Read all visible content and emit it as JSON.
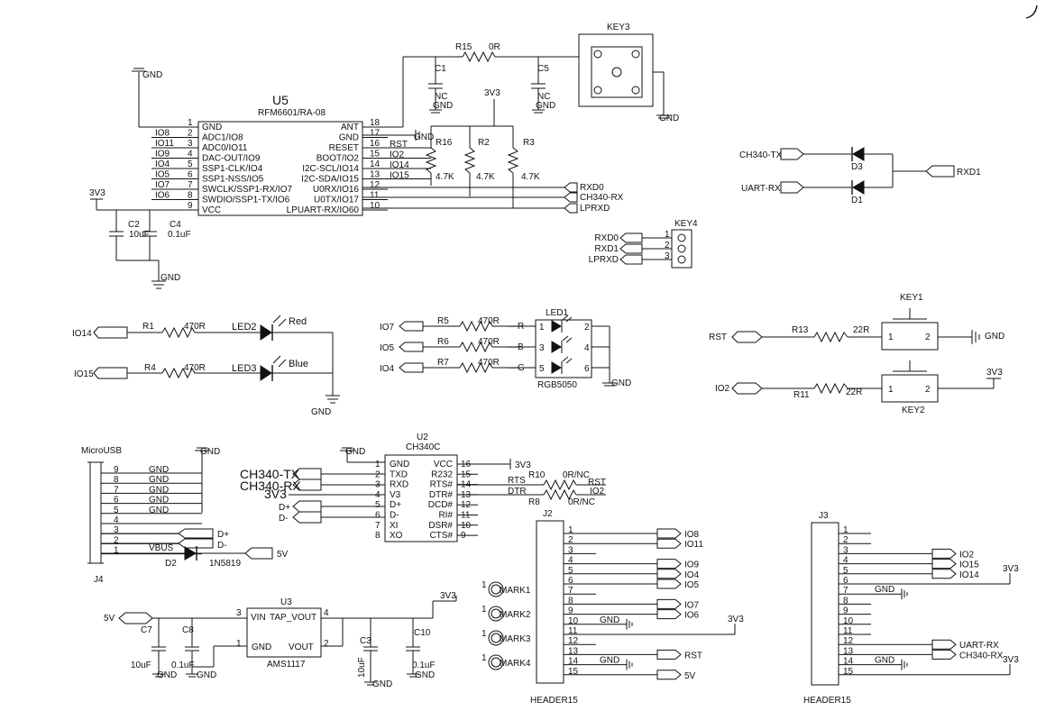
{
  "u5": {
    "ref": "U5",
    "part": "RFM6601/RA-08",
    "left_pins": [
      [
        "1",
        "GND"
      ],
      [
        "2",
        "ADC1/IO8"
      ],
      [
        "3",
        "ADC0/IO11"
      ],
      [
        "4",
        "DAC-OUT/IO9"
      ],
      [
        "5",
        "SSP1-CLK/IO4"
      ],
      [
        "6",
        "SSP1-NSS/IO5"
      ],
      [
        "7",
        "SWCLK/SSP1-RX/IO7"
      ],
      [
        "8",
        "SWDIO/SSP1-TX/IO6"
      ],
      [
        "9",
        "VCC"
      ]
    ],
    "left_nets": [
      "",
      "IO8",
      "IO11",
      "IO9",
      "IO4",
      "IO5",
      "IO7",
      "IO6",
      ""
    ],
    "right_pins": [
      [
        "18",
        "ANT"
      ],
      [
        "17",
        "GND"
      ],
      [
        "16",
        "RESET"
      ],
      [
        "15",
        "BOOT/IO2"
      ],
      [
        "14",
        "I2C-SCL/IO14"
      ],
      [
        "13",
        "I2C-SDA/IO15"
      ],
      [
        "12",
        "U0RX/IO16"
      ],
      [
        "11",
        "U0TX/IO17"
      ],
      [
        "10",
        "LPUART-RX/IO60"
      ]
    ],
    "right_nets": [
      "",
      "",
      "RST",
      "IO2",
      "IO14",
      "IO15",
      "",
      "",
      ""
    ]
  },
  "top": {
    "gnd": "GND",
    "v3v3": "3V3",
    "c2": "C2",
    "c2v": "10uF",
    "c4": "C4",
    "c4v": "0.1uF",
    "gnd_pin17": "GND"
  },
  "ant": {
    "r15": "R15",
    "r15v": "0R",
    "c1": "C1",
    "c5": "C5",
    "nc1": "NC",
    "nc2": "NC",
    "gnd1": "GND",
    "gnd2": "GND",
    "key3": "KEY3",
    "key3gnd": "GND"
  },
  "pullups": {
    "v": "3V3",
    "r16": "R16",
    "r2": "R2",
    "r3": "R3",
    "val1": "4.7K",
    "val2": "4.7K",
    "val3": "4.7K"
  },
  "uart_ports": [
    "RXD0",
    "CH340-RX",
    "LPRXD"
  ],
  "diodes": {
    "in1": "CH340-TX",
    "in2": "UART-RX",
    "d3": "D3",
    "d1": "D1",
    "out": "RXD1"
  },
  "key4": {
    "ref": "KEY4",
    "nets": [
      "RXD0",
      "RXD1",
      "LPRXD"
    ],
    "pins": [
      "1",
      "2",
      "3"
    ]
  },
  "leds": {
    "io14": "IO14",
    "io15": "IO15",
    "r1": "R1",
    "r4": "R4",
    "rv1": "470R",
    "rv2": "470R",
    "led2": "LED2",
    "led3": "LED3",
    "red": "Red",
    "blue": "Blue",
    "gnd": "GND"
  },
  "rgb": {
    "ref": "LED1",
    "part": "RGB5050",
    "rows": [
      [
        "IO7",
        "R5",
        "470R",
        "R",
        "1",
        "2"
      ],
      [
        "IO5",
        "R6",
        "470R",
        "B",
        "3",
        "4"
      ],
      [
        "IO4",
        "R7",
        "470R",
        "G",
        "5",
        "6"
      ]
    ],
    "gnd": "GND"
  },
  "keys": {
    "rst": "RST",
    "io2": "IO2",
    "r13": "R13",
    "r11": "R11",
    "v1": "22R",
    "v2": "22R",
    "key1": "KEY1",
    "key2": "KEY2",
    "p1": "1",
    "p2": "2",
    "gnd": "GND",
    "v3v3": "3V3"
  },
  "usb": {
    "title": "MicroUSB",
    "ref": "J4",
    "pins": [
      "9",
      "8",
      "7",
      "6",
      "5",
      "4",
      "3",
      "2",
      "1"
    ],
    "nets": [
      "GND",
      "GND",
      "GND",
      "GND",
      "GND",
      "",
      "",
      "",
      ""
    ],
    "gnd": "GND",
    "dp": "D+",
    "dm": "D-",
    "vbus": "VBUS",
    "d2": "D2",
    "d2part": "1N5819",
    "out": "5V"
  },
  "u2": {
    "ref": "U2",
    "part": "CH340C",
    "gnd": "GND",
    "v3v3": "3V3",
    "left_pins": [
      [
        "1",
        "GND"
      ],
      [
        "2",
        "TXD"
      ],
      [
        "3",
        "RXD"
      ],
      [
        "4",
        "V3"
      ],
      [
        "5",
        "D+"
      ],
      [
        "6",
        "D-"
      ],
      [
        "7",
        "XI"
      ],
      [
        "8",
        "XO"
      ]
    ],
    "right_pins": [
      [
        "16",
        "VCC"
      ],
      [
        "15",
        "R232"
      ],
      [
        "14",
        "RTS#"
      ],
      [
        "13",
        "DTR#"
      ],
      [
        "12",
        "DCD#"
      ],
      [
        "11",
        "RI#"
      ],
      [
        "10",
        "DSR#"
      ],
      [
        "9",
        "CTS#"
      ]
    ],
    "ch340_tx": "CH340-TX",
    "ch340_rx": "CH340-RX",
    "v3": "3V3",
    "dp": "D+",
    "dm": "D-",
    "rts": "RTS",
    "dtr": "DTR",
    "r10": "R10",
    "r8": "R8",
    "rv1": "0R/NC",
    "rv2": "0R/NC",
    "rst": "RST",
    "io2": "IO2"
  },
  "u3": {
    "ref": "U3",
    "part": "AMS1117",
    "in": "5V",
    "out": "3V3",
    "p3": "3",
    "p4": "4",
    "p1": "1",
    "p2": "2",
    "vin": "VIN",
    "tap": "TAP_VOUT",
    "gnd": "GND",
    "vout": "VOUT",
    "c7": "C7",
    "c7v": "10uF",
    "c8": "C8",
    "c8v": "0.1uF",
    "c3": "C3",
    "c3v": "10uF",
    "c10": "C10",
    "c10v": "0.1uF",
    "gnd_label": "GND"
  },
  "marks": [
    "MARK1",
    "MARK2",
    "MARK3",
    "MARK4"
  ],
  "mark_pin": "1",
  "j2": {
    "ref": "J2",
    "part": "HEADER15",
    "pins": [
      "1",
      "2",
      "3",
      "4",
      "5",
      "6",
      "7",
      "8",
      "9",
      "10",
      "11",
      "12",
      "13",
      "14",
      "15"
    ],
    "nets": [
      "IO8",
      "IO11",
      "",
      "IO9",
      "IO4",
      "IO5",
      "",
      "IO7",
      "IO6",
      "GND",
      "3V3",
      "",
      "RST",
      "GND",
      "5V"
    ]
  },
  "j3": {
    "ref": "J3",
    "part": "HEADER15",
    "pins": [
      "1",
      "2",
      "3",
      "4",
      "5",
      "6",
      "7",
      "8",
      "9",
      "10",
      "11",
      "12",
      "13",
      "14",
      "15"
    ],
    "nets": [
      "",
      "",
      "IO2",
      "IO15",
      "IO14",
      "3V3",
      "GND",
      "",
      "",
      "",
      "",
      "UART-RX",
      "CH340-RX",
      "GND",
      "3V3"
    ]
  }
}
